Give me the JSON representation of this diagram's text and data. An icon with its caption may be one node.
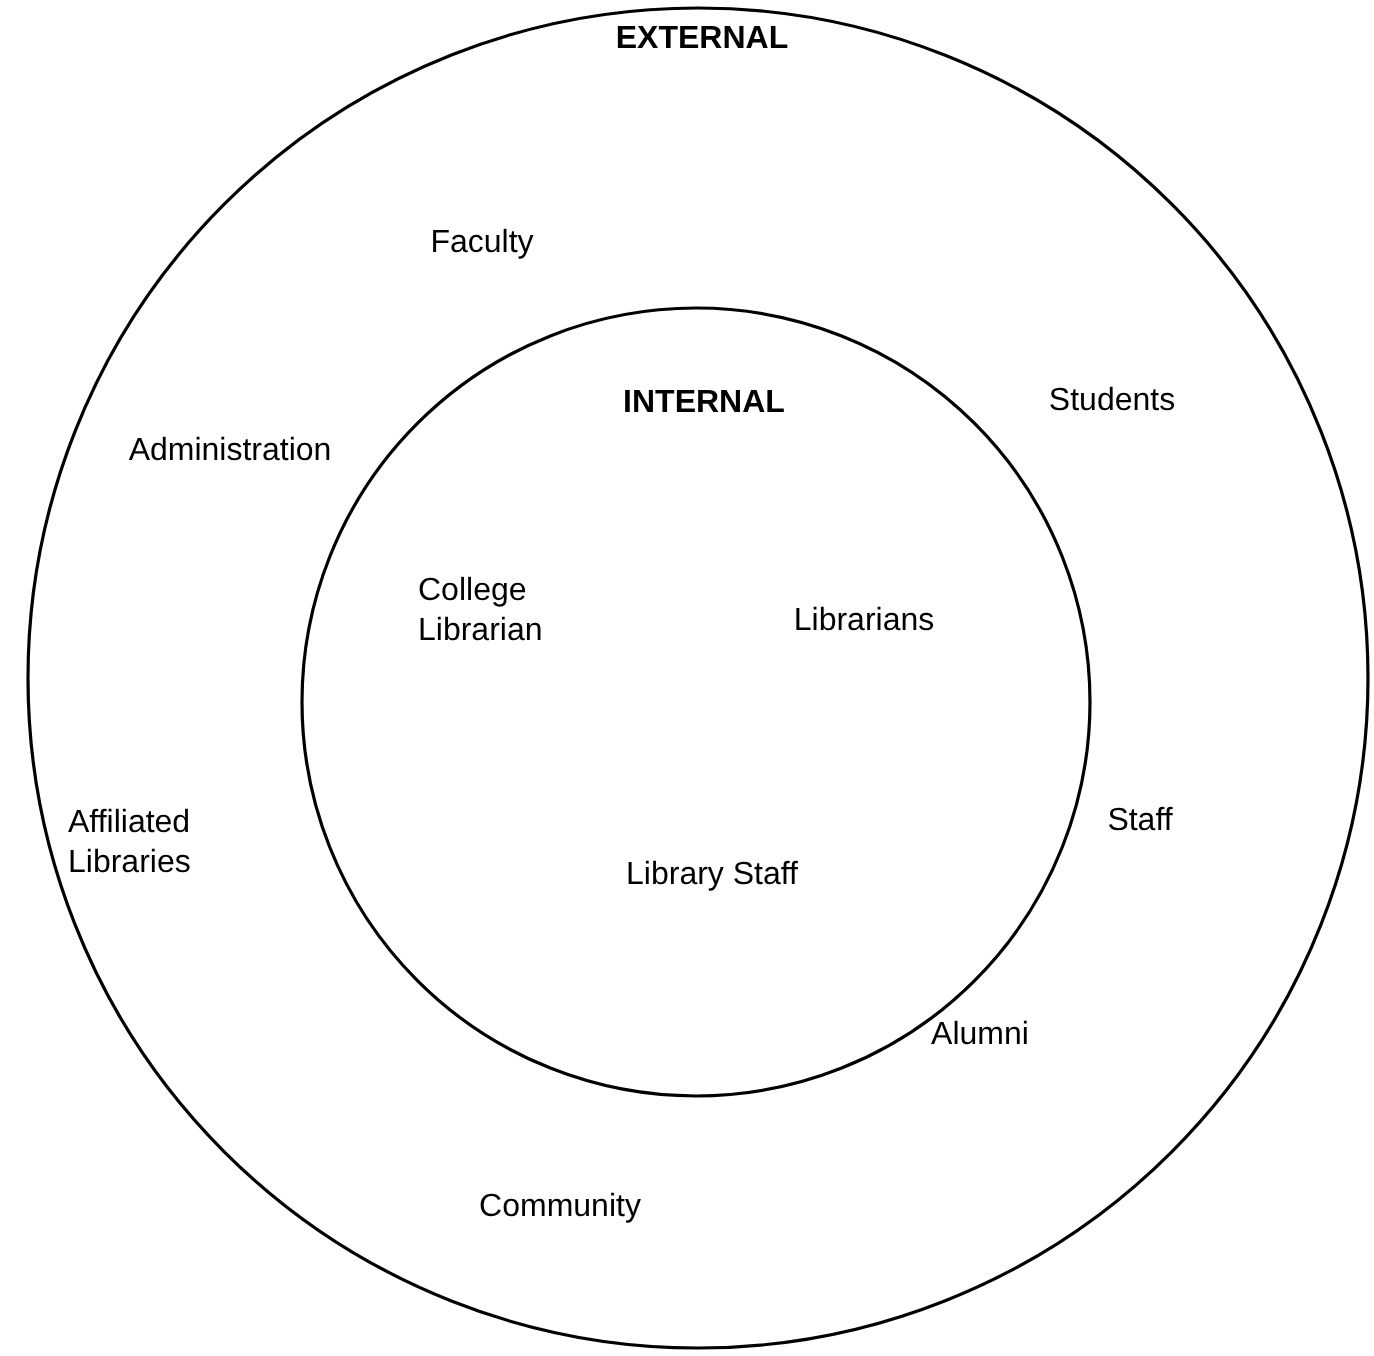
{
  "diagram": {
    "nodes": [
      {
        "text": [
          "EXTERNAL",
          "Faculty",
          "Students",
          "Administration",
          "Affiliated Libraries",
          "Staff",
          "Alumni",
          "Community"
        ]
      },
      {
        "text": [
          "INTERNAL",
          "College Librarian",
          "Librarians",
          "Library Staff"
        ],
        "in": 0
      }
    ]
  }
}
